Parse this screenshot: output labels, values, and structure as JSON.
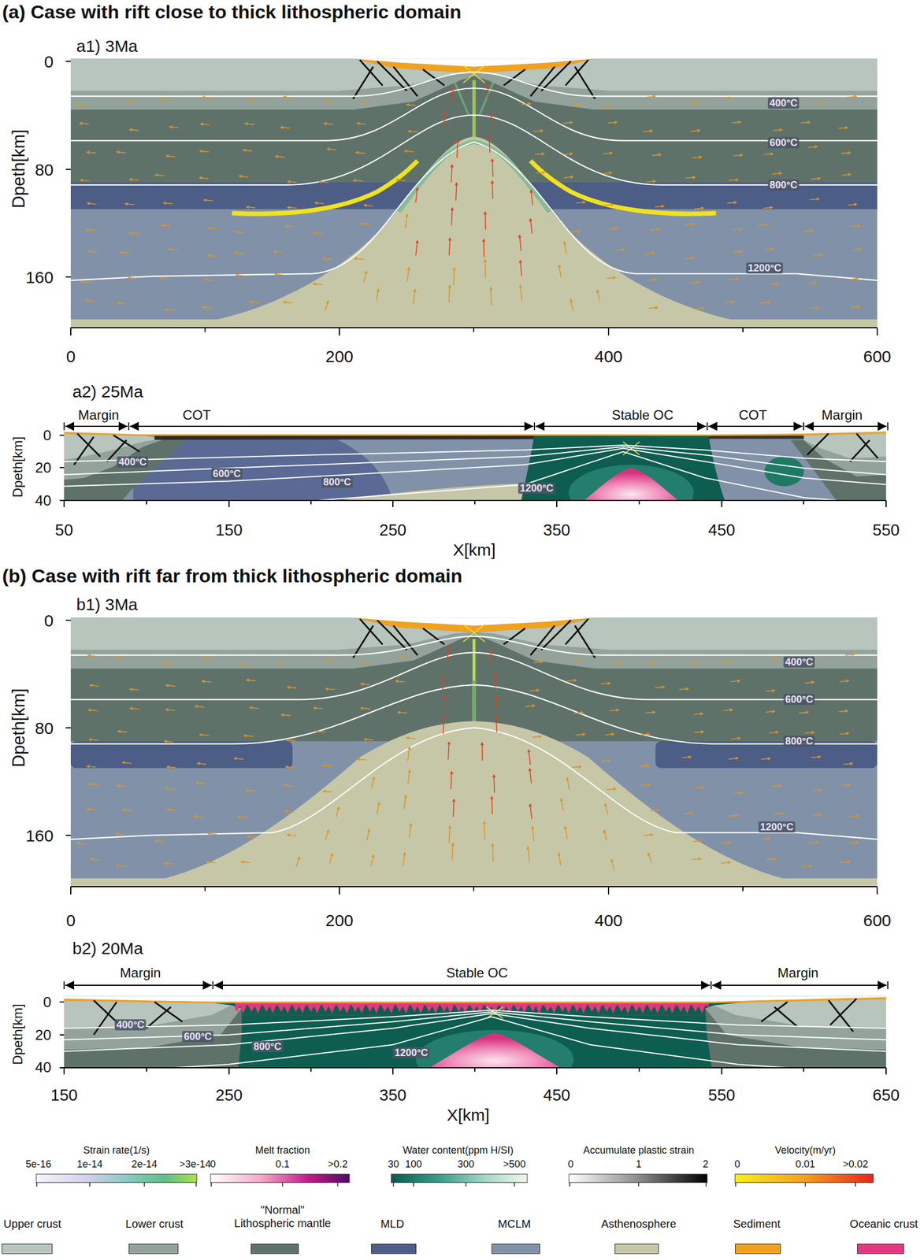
{
  "diagram": {
    "labels": [
      "(a) Case with rift close to thick lithospheric domain",
      "a1) 3Ma",
      "Dpeth[km]",
      "0",
      "80",
      "160",
      "400°C",
      "600°C",
      "800°C",
      "1200°C",
      "0",
      "200",
      "400",
      "600",
      "a2) 25Ma",
      "Margin",
      "COT",
      "Stable OC",
      "COT",
      "Margin",
      "Dpeth[km]",
      "0",
      "20",
      "40",
      "400°C",
      "600°C",
      "800°C",
      "1200°C",
      "50",
      "150",
      "250",
      "350",
      "450",
      "550",
      "X[km]",
      "(b) Case with rift far from thick lithospheric domain",
      "b1) 3Ma",
      "Dpeth[km]",
      "0",
      "80",
      "160",
      "400°C",
      "600°C",
      "800°C",
      "1200°C",
      "0",
      "200",
      "400",
      "600",
      "b2) 20Ma",
      "Margin",
      "Stable OC",
      "Margin",
      "Dpeth[km]",
      "0",
      "20",
      "40",
      "400°C",
      "600°C",
      "800°C",
      "1200°C",
      "150",
      "250",
      "350",
      "450",
      "550",
      "650",
      "X[km]",
      "5e-16",
      "1e-14",
      "2e-14",
      ">3e-14",
      "0",
      "0.1",
      ">0.2",
      "30",
      "100",
      "300",
      ">500",
      "0",
      "1",
      "2",
      "0",
      "0.01",
      ">0.02"
    ],
    "legend": [
      {
        "text": "Strain rate(1/s)"
      },
      {
        "text": "Melt fraction"
      },
      {
        "text": "Water content(ppm H/SI)"
      },
      {
        "text": "Accumulate plastic strain"
      },
      {
        "text": "Velocity(m/yr)"
      },
      {
        "text": "Upper crust",
        "color": "#b7c5bd"
      },
      {
        "text": "Lower crust",
        "color": "#93a39b"
      },
      {
        "text": "\"Normal\" Lithospheric mantle",
        "color": "#5f726a"
      },
      {
        "text": "MLD",
        "color": "#4c5d86"
      },
      {
        "text": "MCLM",
        "color": "#8192a8"
      },
      {
        "text": "Asthenosphere",
        "color": "#c6c7a7"
      },
      {
        "text": "Sediment",
        "color": "#f0a21e"
      },
      {
        "text": "Oceanic crust",
        "color": "#e3377f"
      }
    ]
  }
}
